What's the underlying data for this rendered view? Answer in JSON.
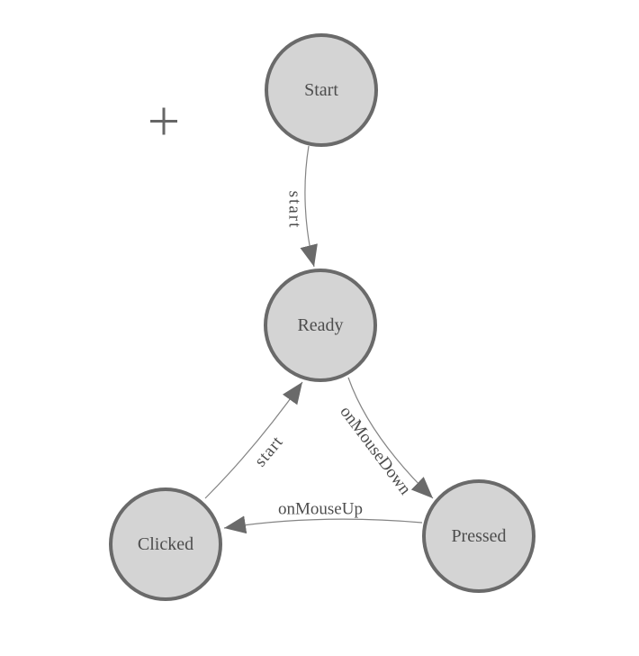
{
  "diagram": {
    "type": "state-machine",
    "background_color": "#ffffff",
    "colors": {
      "node_fill": "#d4d4d4",
      "node_border": "#6a6a6a",
      "node_text": "#4d4d4d",
      "edge_line": "#848484",
      "arrowhead_fill": "#6a6a6a",
      "edge_text": "#4d4d4d",
      "plus_cursor": "#666666"
    },
    "nodes": [
      {
        "id": "start",
        "label": "Start"
      },
      {
        "id": "ready",
        "label": "Ready"
      },
      {
        "id": "clicked",
        "label": "Clicked"
      },
      {
        "id": "pressed",
        "label": "Pressed"
      }
    ],
    "edges": [
      {
        "from": "Start",
        "to": "Ready",
        "label": "start"
      },
      {
        "from": "Clicked",
        "to": "Ready",
        "label": "start"
      },
      {
        "from": "Ready",
        "to": "Pressed",
        "label": "onMouseDown"
      },
      {
        "from": "Pressed",
        "to": "Clicked",
        "label": "onMouseUp"
      }
    ],
    "icons": [
      {
        "name": "plus-cursor-icon",
        "glyph": "+"
      }
    ]
  }
}
